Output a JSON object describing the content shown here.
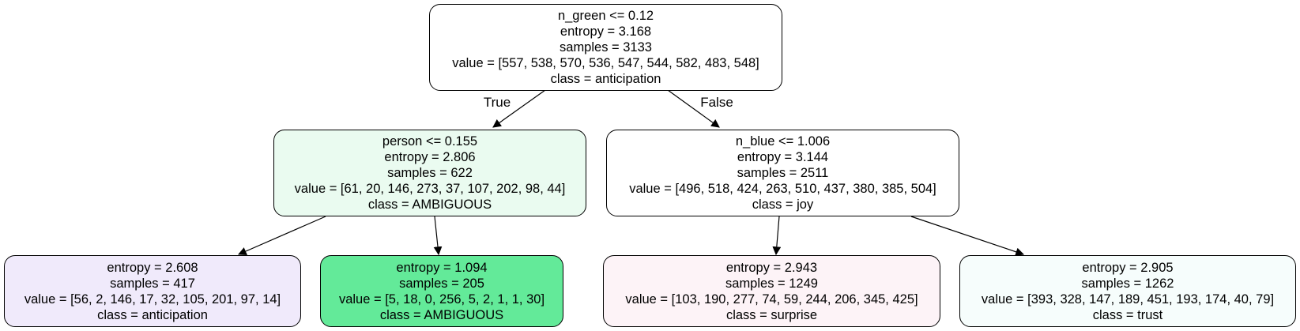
{
  "nodes": {
    "root": {
      "split": "n_green <= 0.12",
      "entropy": "entropy = 3.168",
      "samples": "samples = 3133",
      "value": "value = [557, 538, 570, 536, 547, 544, 582, 483, 548]",
      "class": "class = anticipation",
      "fill": "#ffffff"
    },
    "left": {
      "split": "person <= 0.155",
      "entropy": "entropy = 2.806",
      "samples": "samples = 622",
      "value": "value = [61, 20, 146, 273, 37, 107, 202, 98, 44]",
      "class": "class = AMBIGUOUS",
      "fill": "#eafbf0"
    },
    "right": {
      "split": "n_blue <= 1.006",
      "entropy": "entropy = 3.144",
      "samples": "samples = 2511",
      "value": "value = [496, 518, 424, 263, 510, 437, 380, 385, 504]",
      "class": "class = joy",
      "fill": "#ffffff"
    },
    "ll": {
      "entropy": "entropy = 2.608",
      "samples": "samples = 417",
      "value": "value = [56, 2, 146, 17, 32, 105, 201, 97, 14]",
      "class": "class = anticipation",
      "fill": "#f0eafb"
    },
    "lr": {
      "entropy": "entropy = 1.094",
      "samples": "samples = 205",
      "value": "value = [5, 18, 0, 256, 5, 2, 1, 1, 30]",
      "class": "class = AMBIGUOUS",
      "fill": "#63ea99"
    },
    "rl": {
      "entropy": "entropy = 2.943",
      "samples": "samples = 1249",
      "value": "value = [103, 190, 277, 74, 59, 244, 206, 345, 425]",
      "class": "class = surprise",
      "fill": "#fdf3f7"
    },
    "rr": {
      "entropy": "entropy = 2.905",
      "samples": "samples = 1262",
      "value": "value = [393, 328, 147, 189, 451, 193, 174, 40, 79]",
      "class": "class = trust",
      "fill": "#f6fdfc"
    }
  },
  "edges": {
    "true_label": "True",
    "false_label": "False"
  }
}
